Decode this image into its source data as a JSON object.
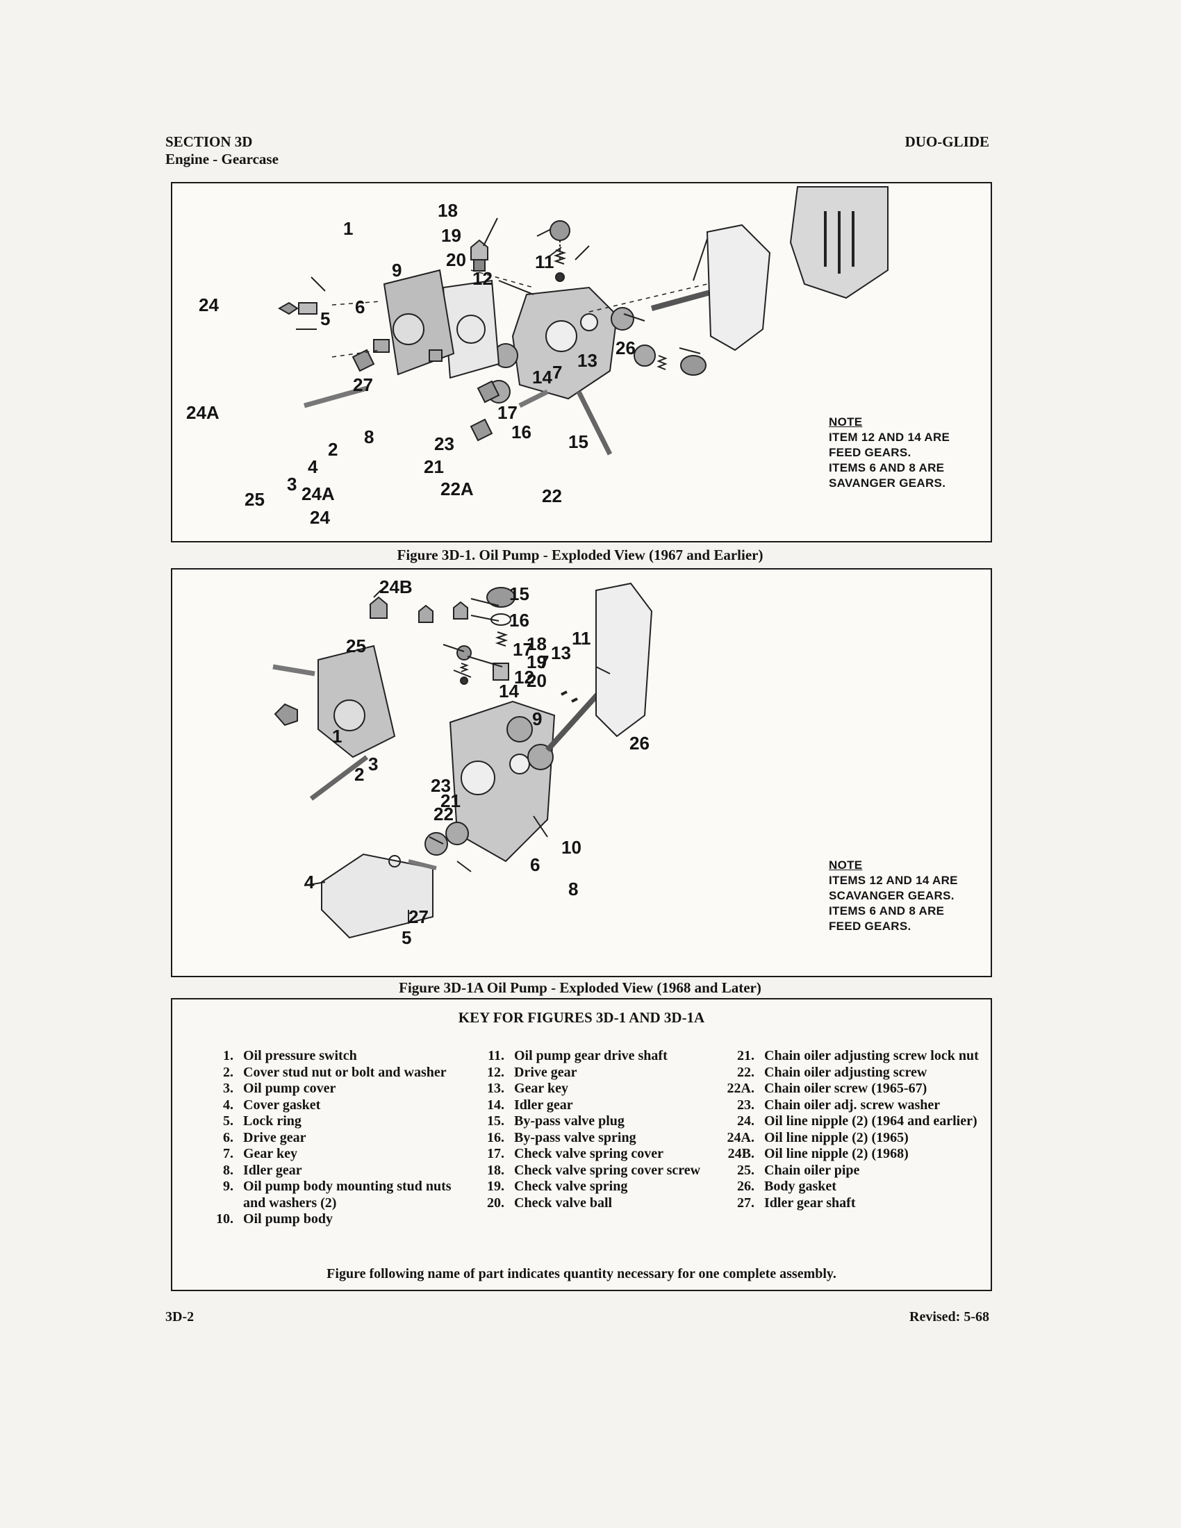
{
  "header": {
    "section": "SECTION 3D",
    "subsection": "Engine - Gearcase",
    "model": "DUO-GLIDE"
  },
  "figure1": {
    "caption": "Figure 3D-1. Oil Pump - Exploded View (1967 and Earlier)",
    "callouts": [
      "18",
      "19",
      "1",
      "20",
      "9",
      "11",
      "12",
      "24",
      "5",
      "6",
      "13",
      "26",
      "7",
      "14",
      "24A",
      "27",
      "17",
      "16",
      "15",
      "8",
      "23",
      "2",
      "21",
      "4",
      "22A",
      "3",
      "22",
      "24A",
      "25",
      "24"
    ],
    "note": {
      "title": "NOTE",
      "lines": [
        "ITEM 12 AND 14 ARE",
        "FEED GEARS.",
        "ITEMS 6 AND 8 ARE",
        "SAVANGER GEARS."
      ]
    }
  },
  "figure2": {
    "caption": "Figure 3D-1A Oil Pump - Exploded View (1968 and Later)",
    "callouts": [
      "24B",
      "15",
      "16",
      "25",
      "18",
      "17",
      "11",
      "19",
      "13",
      "7",
      "20",
      "12",
      "14",
      "9",
      "1",
      "26",
      "3",
      "2",
      "23",
      "21",
      "22",
      "10",
      "6",
      "8",
      "4",
      "27",
      "5"
    ],
    "note": {
      "title": "NOTE",
      "lines": [
        "ITEMS 12 AND 14 ARE",
        "SCAVANGER GEARS.",
        "ITEMS 6 AND 8 ARE",
        "FEED GEARS."
      ]
    }
  },
  "key": {
    "title": "KEY FOR FIGURES 3D-1 AND 3D-1A",
    "col1": [
      {
        "num": "1.",
        "name": "Oil pressure switch"
      },
      {
        "num": "2.",
        "name": "Cover stud nut or bolt and washer"
      },
      {
        "num": "3.",
        "name": "Oil pump cover"
      },
      {
        "num": "4.",
        "name": "Cover gasket"
      },
      {
        "num": "5.",
        "name": "Lock ring"
      },
      {
        "num": "6.",
        "name": "Drive gear"
      },
      {
        "num": "7.",
        "name": "Gear key"
      },
      {
        "num": "8.",
        "name": "Idler gear"
      },
      {
        "num": "9.",
        "name": "Oil pump body mounting stud nuts and washers (2)"
      },
      {
        "num": "10.",
        "name": "Oil pump body"
      }
    ],
    "col2": [
      {
        "num": "11.",
        "name": "Oil pump gear drive shaft"
      },
      {
        "num": "12.",
        "name": "Drive gear"
      },
      {
        "num": "13.",
        "name": "Gear key"
      },
      {
        "num": "14.",
        "name": "Idler gear"
      },
      {
        "num": "15.",
        "name": "By-pass valve plug"
      },
      {
        "num": "16.",
        "name": "By-pass valve spring"
      },
      {
        "num": "17.",
        "name": "Check valve spring cover"
      },
      {
        "num": "18.",
        "name": "Check valve spring cover screw"
      },
      {
        "num": "19.",
        "name": "Check valve spring"
      },
      {
        "num": "20.",
        "name": "Check valve ball"
      }
    ],
    "col3": [
      {
        "num": "21.",
        "name": "Chain oiler adjusting screw lock nut"
      },
      {
        "num": "22.",
        "name": "Chain oiler adjusting screw"
      },
      {
        "num": "22A.",
        "name": "Chain oiler screw (1965-67)"
      },
      {
        "num": "23.",
        "name": "Chain oiler adj. screw washer"
      },
      {
        "num": "24.",
        "name": "Oil line nipple (2) (1964 and earlier)"
      },
      {
        "num": "24A.",
        "name": "Oil line nipple (2) (1965)"
      },
      {
        "num": "24B.",
        "name": "Oil line nipple (2) (1968)"
      },
      {
        "num": "25.",
        "name": "Chain oiler pipe"
      },
      {
        "num": "26.",
        "name": "Body gasket"
      },
      {
        "num": "27.",
        "name": "Idler gear shaft"
      }
    ],
    "footnote": "Figure following name of part indicates quantity necessary for one complete assembly."
  },
  "footer": {
    "page": "3D-2",
    "revised": "Revised: 5-68"
  }
}
